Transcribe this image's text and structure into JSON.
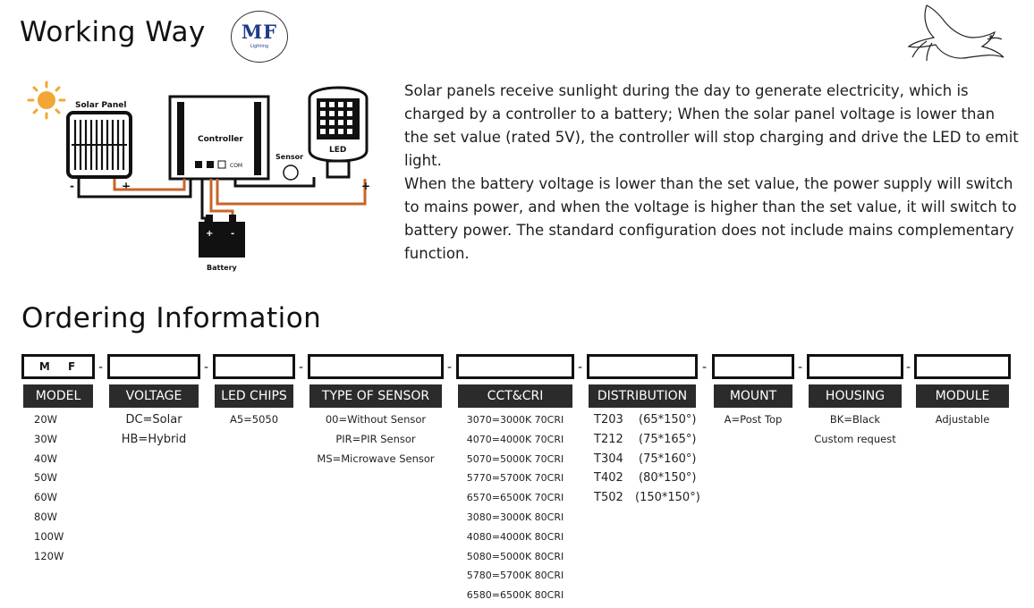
{
  "working_way": {
    "title": "Working Way",
    "logo_mark": "MF",
    "logo_sub": "Lighting",
    "diagram_labels": {
      "solar_panel": "Solar Panel",
      "controller": "Controller",
      "com": "COM",
      "sensor": "Sensor",
      "led": "LED",
      "battery": "Battery",
      "plus": "+",
      "minus": "-"
    },
    "description": [
      "Solar panels receive sunlight during the day to generate electricity, which is charged by a controller to a battery; When the solar panel voltage is lower than the set value (rated 5V), the controller will stop charging and drive the LED to emit light.",
      "When the battery voltage is lower than the set value, the power supply will switch to mains power, and when the voltage is higher than the set value, it will switch to battery power. The standard configuration does not include mains complementary function."
    ]
  },
  "ordering": {
    "title": "Ordering Information",
    "code_prefix": "M F",
    "dash": "-",
    "columns": [
      {
        "header": "MODEL",
        "items": [
          "20W",
          "30W",
          "40W",
          "50W",
          "60W",
          "80W",
          "100W",
          "120W"
        ]
      },
      {
        "header": "VOLTAGE",
        "items": [
          "DC=Solar",
          "HB=Hybrid"
        ]
      },
      {
        "header": "LED CHIPS",
        "items": [
          "A5=5050"
        ]
      },
      {
        "header": "TYPE OF SENSOR",
        "items": [
          "00=Without Sensor",
          "PIR=PIR Sensor",
          "MS=Microwave Sensor"
        ]
      },
      {
        "header": "CCT&CRI",
        "items": [
          "3070=3000K 70CRI",
          "4070=4000K 70CRI",
          "5070=5000K 70CRI",
          "5770=5700K 70CRI",
          "6570=6500K 70CRI",
          "3080=3000K 80CRI",
          "4080=4000K 80CRI",
          "5080=5000K 80CRI",
          "5780=5700K 80CRI",
          "6580=6500K 80CRI"
        ]
      },
      {
        "header": "DISTRIBUTION",
        "items": [
          {
            "code": "T203",
            "angle": "(65*150°)"
          },
          {
            "code": "T212",
            "angle": "(75*165°)"
          },
          {
            "code": "T304",
            "angle": "(75*160°)"
          },
          {
            "code": "T402",
            "angle": "(80*150°)"
          },
          {
            "code": "T502",
            "angle": "(150*150°)"
          }
        ]
      },
      {
        "header": "MOUNT",
        "items": [
          "A=Post Top"
        ]
      },
      {
        "header": "HOUSING",
        "items": [
          "BK=Black",
          "Custom request"
        ]
      },
      {
        "header": "MODULE",
        "items": [
          "Adjustable"
        ]
      }
    ]
  },
  "colors": {
    "header_bg": "#2b2b2b",
    "wire_orange": "#c8642a",
    "logo_blue": "#1f3a8a",
    "sun": "#f2a735"
  }
}
